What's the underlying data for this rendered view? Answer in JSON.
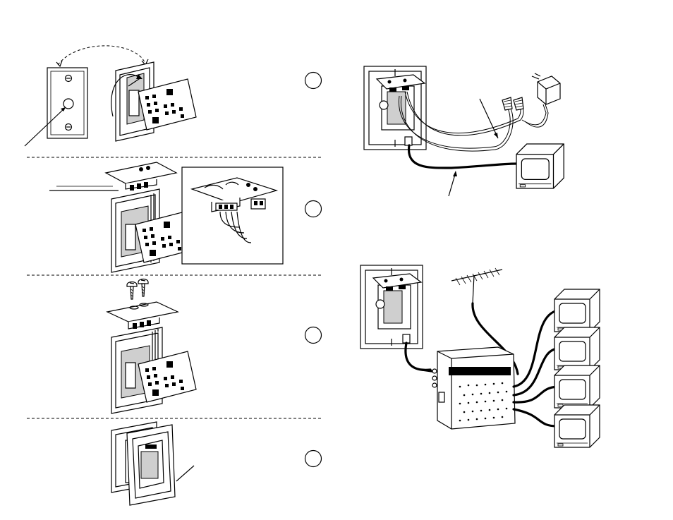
{
  "steps": [
    {
      "id": "step-1",
      "label": ""
    },
    {
      "id": "step-2",
      "label": ""
    },
    {
      "id": "step-3",
      "label": ""
    },
    {
      "id": "step-4",
      "label": ""
    }
  ],
  "colors": {
    "ink": "#000000",
    "paper": "#ffffff",
    "shade": "#cfcfcf"
  },
  "icons": [
    "wall-plate-icon",
    "wall-box-icon",
    "circuit-board-icon",
    "screw-icon",
    "power-adapter-icon",
    "television-icon",
    "antenna-icon",
    "amplifier-icon"
  ]
}
